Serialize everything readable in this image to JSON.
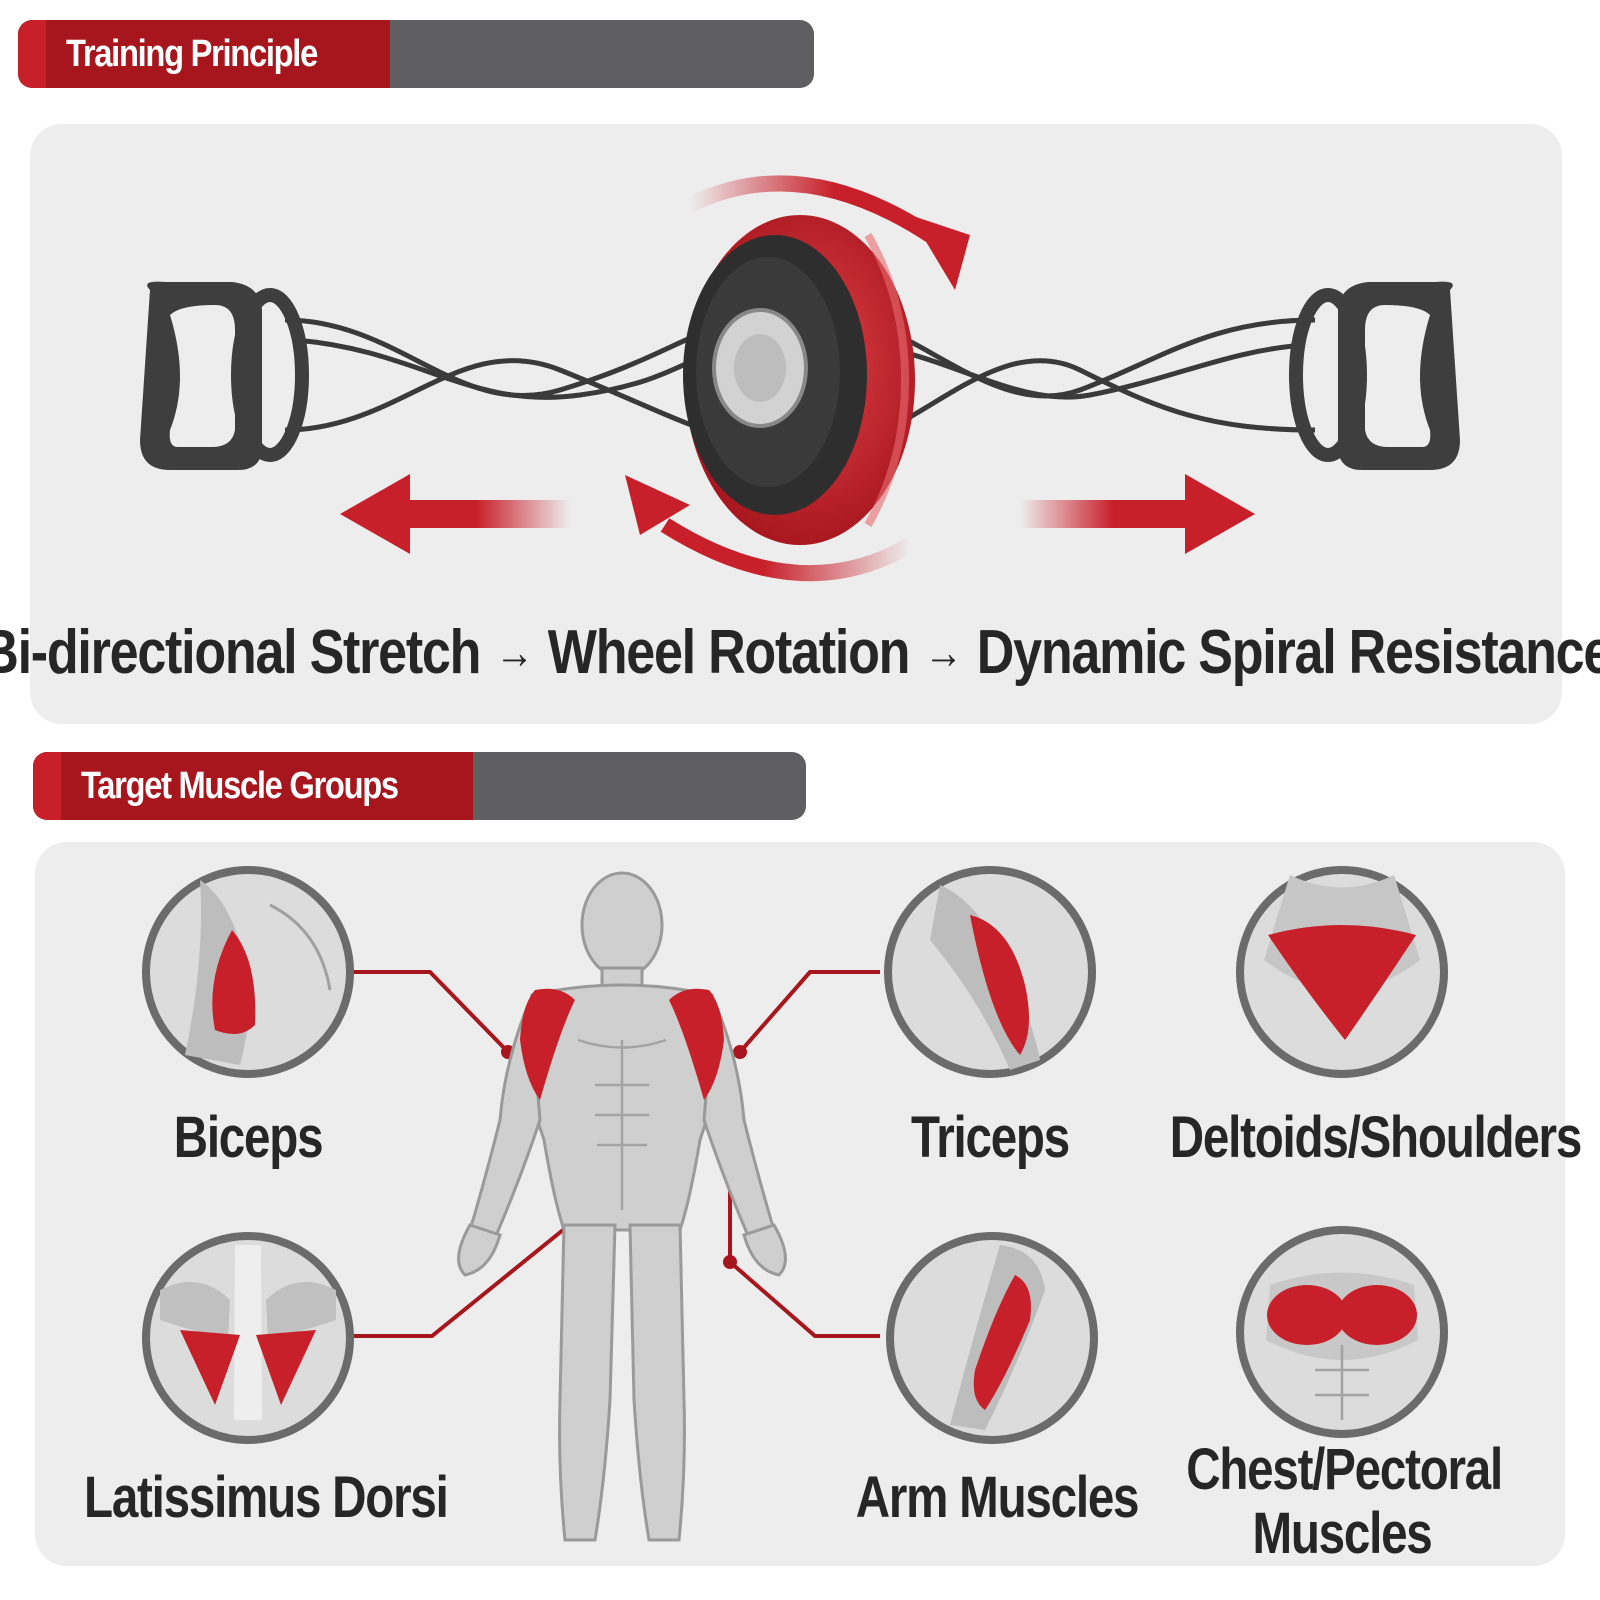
{
  "sections": {
    "principle": {
      "title": "Training Principle"
    },
    "muscles": {
      "title": "Target Muscle Groups"
    }
  },
  "flow": {
    "step1": "Bi-directional Stretch",
    "step2": "Wheel Rotation",
    "step3": "Dynamic Spiral Resistance",
    "arrow": "→"
  },
  "muscle_groups": {
    "biceps": "Biceps",
    "triceps": "Triceps",
    "deltoids": "Deltoids/Shoulders",
    "lats": "Latissimus Dorsi",
    "arm": "Arm Muscles",
    "chest_line1": "Chest/Pectoral",
    "chest_line2": "Muscles"
  },
  "colors": {
    "accent_red": "#c8202a",
    "header_gray": "#5f5f61",
    "panel_bg": "#ededed",
    "text_dark": "#262626"
  },
  "icons": [
    "handle-icon",
    "resistance-wheel-icon",
    "rotation-arrow-icon",
    "direction-arrow-icon",
    "body-figure-icon"
  ]
}
